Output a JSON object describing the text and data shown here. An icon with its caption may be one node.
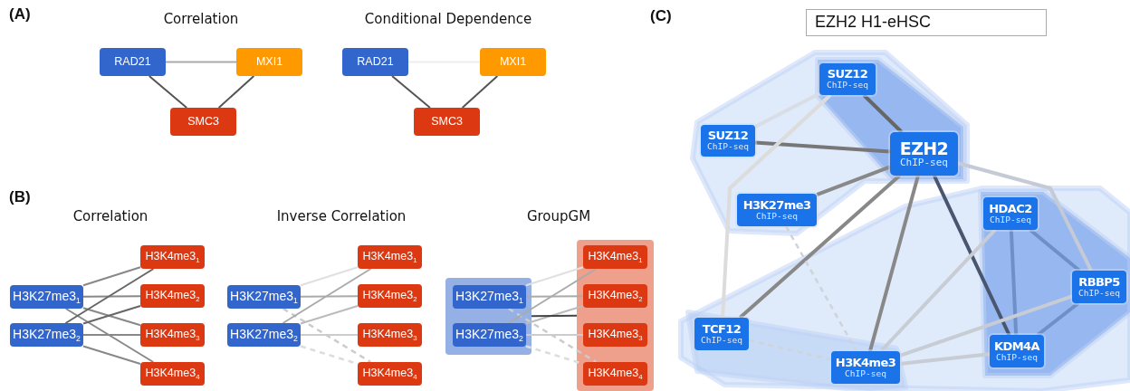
{
  "diagram": {
    "nodes": [
      {
        "text": [
          "RAD21"
        ]
      },
      {
        "text": [
          "MXI1"
        ]
      },
      {
        "text": [
          "SMC3"
        ]
      },
      {
        "text": [
          "RAD21"
        ]
      },
      {
        "text": [
          "MXI1"
        ]
      },
      {
        "text": [
          "SMC3"
        ]
      },
      {
        "text": [
          "H3K27me3$_{1}$"
        ]
      },
      {
        "text": [
          "H3K27me3$_{2}$"
        ]
      },
      {
        "text": [
          "H3K4me3$_{1}$"
        ]
      },
      {
        "text": [
          "H3K4me3$_{2}$"
        ]
      },
      {
        "text": [
          "H3K4me3$_{3}$"
        ]
      },
      {
        "text": [
          "H3K4me3$_{4}$"
        ]
      },
      {
        "text": [
          "H3K27me3$_{1}$"
        ]
      },
      {
        "text": [
          "H3K27me3$_{2}$"
        ]
      },
      {
        "text": [
          "H3K4me3$_{1}$"
        ]
      },
      {
        "text": [
          "H3K4me3$_{2}$"
        ]
      },
      {
        "text": [
          "H3K4me3$_{3}$"
        ]
      },
      {
        "text": [
          "H3K4me3$_{4}$"
        ]
      },
      {
        "text": [],
        "shape": "box"
      },
      {
        "text": [
          "H3K27me3$_{1}$"
        ],
        "in": 18
      },
      {
        "text": [
          "H3K27me3$_{2}$"
        ],
        "in": 18
      },
      {
        "text": [],
        "shape": "box"
      },
      {
        "text": [
          "H3K4me3$_{1}$"
        ],
        "in": 21
      },
      {
        "text": [
          "H3K4me3$_{2}$"
        ],
        "in": 21
      },
      {
        "text": [
          "H3K4me3$_{3}$"
        ],
        "in": 21
      },
      {
        "text": [
          "H3K4me3$_{4}$"
        ],
        "in": 21
      },
      {
        "text": [
          "SUZ12",
          "ChIP-seq"
        ]
      },
      {
        "text": [
          "SUZ12",
          "ChIP-seq"
        ]
      },
      {
        "text": [
          "EZH2",
          "ChIP-seq"
        ]
      },
      {
        "text": [
          "H3K27me3",
          "ChIP-seq"
        ]
      },
      {
        "text": [
          "HDAC2",
          "ChIP-seq"
        ]
      },
      {
        "text": [
          "RBBP5",
          "ChIP-seq"
        ]
      },
      {
        "text": [
          "TCF12",
          "ChIP-seq"
        ]
      },
      {
        "text": [
          "H3K4me3",
          "ChIP-seq"
        ]
      },
      {
        "text": [
          "KDM4A",
          "ChIP-seq"
        ]
      }
    ],
    "edges": [
      {
        "from": 0,
        "to": 1,
        "arrow": "none",
        "color": "#aaaaaa"
      },
      {
        "from": 0,
        "to": 2,
        "arrow": "none",
        "color": "#555555"
      },
      {
        "from": 1,
        "to": 2,
        "arrow": "none",
        "color": "#555555"
      },
      {
        "from": 3,
        "to": 4,
        "arrow": "none",
        "color": "#eeeeee"
      },
      {
        "from": 3,
        "to": 5,
        "arrow": "none",
        "color": "#555555"
      },
      {
        "from": 4,
        "to": 5,
        "arrow": "none",
        "color": "#555555"
      },
      {
        "from": 6,
        "to": 8,
        "arrow": "none"
      },
      {
        "from": 6,
        "to": 9,
        "arrow": "none"
      },
      {
        "from": 6,
        "to": 10,
        "arrow": "none"
      },
      {
        "from": 6,
        "to": 11,
        "arrow": "none"
      },
      {
        "from": 7,
        "to": 8,
        "arrow": "none",
        "color": "#666666"
      },
      {
        "from": 7,
        "to": 9,
        "arrow": "none",
        "color": "#666666"
      },
      {
        "from": 7,
        "to": 10,
        "arrow": "none"
      },
      {
        "from": 7,
        "to": 11,
        "arrow": "none"
      },
      {
        "from": 12,
        "to": 14,
        "arrow": "none",
        "color": "#e0e0e0"
      },
      {
        "from": 12,
        "to": 15,
        "arrow": "none",
        "color": "#aaaaaa"
      },
      {
        "from": 12,
        "to": 17,
        "arrow": "none",
        "style": "dashed",
        "color": "#cccccc"
      },
      {
        "from": 13,
        "to": 14,
        "arrow": "none",
        "color": "#aaaaaa"
      },
      {
        "from": 13,
        "to": 15,
        "arrow": "none",
        "color": "#bbbbbb"
      },
      {
        "from": 13,
        "to": 16,
        "arrow": "none",
        "color": "#cccccc"
      },
      {
        "from": 13,
        "to": 17,
        "arrow": "none",
        "style": "dashed",
        "color": "#dddddd"
      },
      {
        "from": 19,
        "to": 22,
        "arrow": "none",
        "color": "#e0e0e0"
      },
      {
        "from": 19,
        "to": 23,
        "arrow": "none",
        "color": "#aaaaaa"
      },
      {
        "from": 19,
        "to": 25,
        "arrow": "none",
        "style": "dashed",
        "color": "#cccccc"
      },
      {
        "from": 20,
        "to": 22,
        "arrow": "none",
        "color": "#aaaaaa"
      },
      {
        "from": 20,
        "to": 23,
        "arrow": "none",
        "color": "#bbbbbb"
      },
      {
        "from": 20,
        "to": 24,
        "arrow": "none",
        "color": "#cccccc"
      },
      {
        "from": 20,
        "to": 25,
        "arrow": "none",
        "style": "dashed",
        "color": "#dddddd"
      },
      {
        "from": 18,
        "to": 21,
        "arrow": "none",
        "color": "#444444"
      },
      {
        "from": 26,
        "to": 28,
        "arrow": "none",
        "style": "thick",
        "color": "#666666"
      },
      {
        "from": 27,
        "to": 28,
        "arrow": "none",
        "style": "thick",
        "color": "#777777"
      },
      {
        "from": 28,
        "to": 29,
        "arrow": "none",
        "style": "thick"
      },
      {
        "from": 28,
        "to": 32,
        "arrow": "none",
        "style": "thick"
      },
      {
        "from": 28,
        "to": 33,
        "arrow": "none",
        "style": "thick"
      },
      {
        "from": 28,
        "to": 34,
        "arrow": "none",
        "style": "thick",
        "color": "#4a5670"
      },
      {
        "from": 26,
        "to": 27,
        "arrow": "none",
        "style": "thick",
        "color": "#d8dde6"
      },
      {
        "from": 26,
        "to": 32,
        "arrow": "none",
        "style": "thick",
        "color": "#dcdcdc"
      },
      {
        "from": 28,
        "to": 31,
        "arrow": "none",
        "style": "thick",
        "color": "#c4cad6"
      },
      {
        "from": 30,
        "to": 33,
        "arrow": "none",
        "style": "thick",
        "color": "#c8ccd4"
      },
      {
        "from": 30,
        "to": 34,
        "arrow": "none",
        "style": "thick",
        "color": "#6f8fc8"
      },
      {
        "from": 30,
        "to": 31,
        "arrow": "none",
        "style": "thick",
        "color": "#6f8fc8"
      },
      {
        "from": 31,
        "to": 33,
        "arrow": "none",
        "style": "thick",
        "color": "#c8ccd4"
      },
      {
        "from": 31,
        "to": 34,
        "arrow": "none",
        "style": "thick",
        "color": "#6f8fc8"
      },
      {
        "from": 33,
        "to": 34,
        "arrow": "none",
        "style": "thick",
        "color": "#c8ccd4"
      },
      {
        "from": 29,
        "to": 33,
        "arrow": "none",
        "style": "dashed",
        "color": "#cfd3da"
      },
      {
        "from": 32,
        "to": 33,
        "arrow": "none",
        "style": "dashed",
        "color": "#cfd3da"
      }
    ],
    "labels": [
      "(A)",
      "Correlation",
      "Conditional Dependence",
      "(B)",
      "Correlation",
      "Inverse Correlation",
      "GroupGM",
      "(C)",
      "EZH2 H1-eHSC"
    ]
  }
}
